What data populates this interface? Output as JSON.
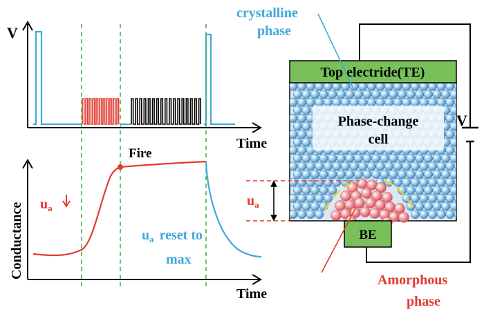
{
  "top_chart": {
    "y_label": "V",
    "x_label": "Time"
  },
  "bottom_chart": {
    "y_label": "Conductance",
    "x_label": "Time",
    "fire_label": "Fire",
    "ua_symbol": "u",
    "ua_sub": "a",
    "reset_text": "reset to",
    "reset_max": "max"
  },
  "cell": {
    "crystalline_line1": "crystalline",
    "crystalline_line2": "phase",
    "top_electrode": "Top electride(TE)",
    "phase_change_line1": "Phase-change",
    "phase_change_line2": "cell",
    "bottom_electrode": "BE",
    "amorphous_line1": "Amorphous",
    "amorphous_line2": "phase",
    "ua_symbol": "u",
    "ua_sub": "a",
    "voltage_label": "V"
  },
  "colors": {
    "blue": "#3fa9dc",
    "red": "#e23a2e",
    "green_dash": "#4caf50",
    "electrode_green": "#79c05a",
    "black": "#000000"
  }
}
